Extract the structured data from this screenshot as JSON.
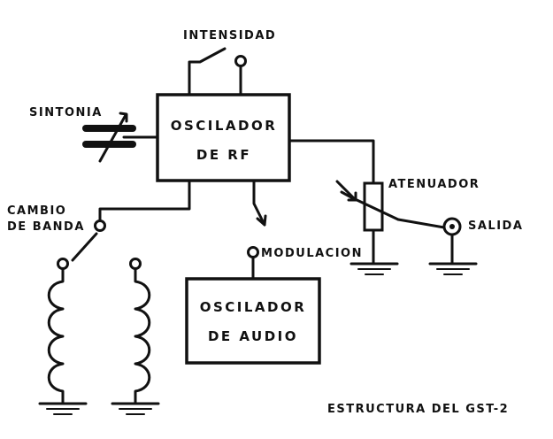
{
  "labels": {
    "intensidad": "INTENSIDAD",
    "sintonia": "SINTONIA",
    "cambio_line1": "CAMBIO",
    "cambio_line2": "DE BANDA",
    "modulacion": "MODULACION",
    "atenuador": "ATENUADOR",
    "salida": "SALIDA",
    "caption": "ESTRUCTURA DEL GST-2"
  },
  "blocks": {
    "rf_oscillator": {
      "line1": "OSCILADOR",
      "line2": "DE RF"
    },
    "audio_oscillator": {
      "line1": "OSCILADOR",
      "line2": "DE AUDIO"
    }
  },
  "colors": {
    "ink": "#111111",
    "paper": "#ffffff"
  }
}
